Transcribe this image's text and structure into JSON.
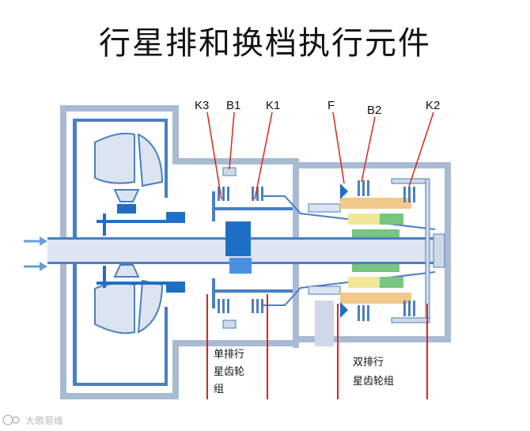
{
  "title": "行星排和换档执行元件",
  "labels": {
    "k3": "K3",
    "b1": "B1",
    "k1": "K1",
    "f": "F",
    "b2": "B2",
    "k2": "K2"
  },
  "groups": {
    "single": [
      "单排行",
      "星齿轮",
      "组"
    ],
    "double": [
      "双排行",
      "星齿轮组"
    ]
  },
  "watermark": "大歌易维",
  "colors": {
    "housing": "#a9bbd3",
    "shaft": "#dde6f2",
    "blue_block": "#1f6fc6",
    "clutch": "#4a7fc1",
    "callout": "#d9261c",
    "green": "#78c482",
    "yellow": "#f1e79a",
    "orange": "#f2c98a"
  },
  "icons": [
    "arrow-right-icon",
    "arrow-right-icon"
  ]
}
